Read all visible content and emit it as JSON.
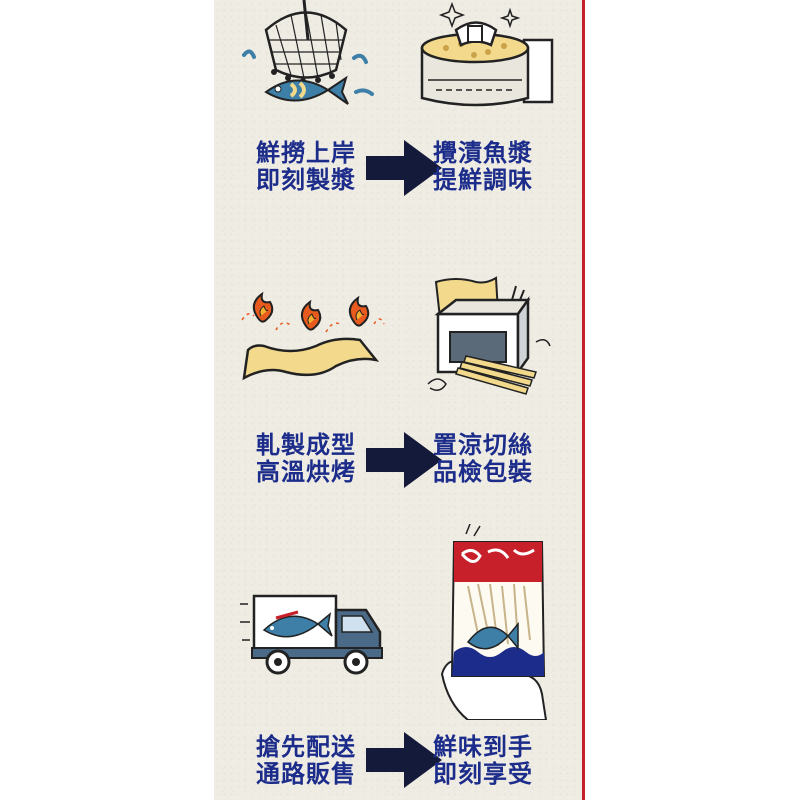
{
  "colors": {
    "panel_bg": "#efece4",
    "text": "#1c2c8a",
    "arrow": "#141a3a",
    "right_border": "#c8202a",
    "fish": "#3e7fa8",
    "flame": "#e85a1e",
    "paper": "#f2d98c"
  },
  "steps": [
    {
      "icon": "fishing-net-icon",
      "lines": [
        "鮮撈上岸",
        "即刻製漿"
      ],
      "next_icon": "mixer-icon",
      "next_lines": [
        "攪漬魚漿",
        "提鮮調味"
      ]
    },
    {
      "icon": "baking-fire-icon",
      "lines": [
        "軋製成型",
        "高溫烘烤"
      ],
      "next_icon": "shredder-icon",
      "next_lines": [
        "置涼切絲",
        "品檢包裝"
      ]
    },
    {
      "icon": "delivery-truck-icon",
      "lines": [
        "搶先配送",
        "通路販售"
      ],
      "next_icon": "snack-bag-icon",
      "next_lines": [
        "鮮味到手",
        "即刻享受"
      ]
    }
  ]
}
